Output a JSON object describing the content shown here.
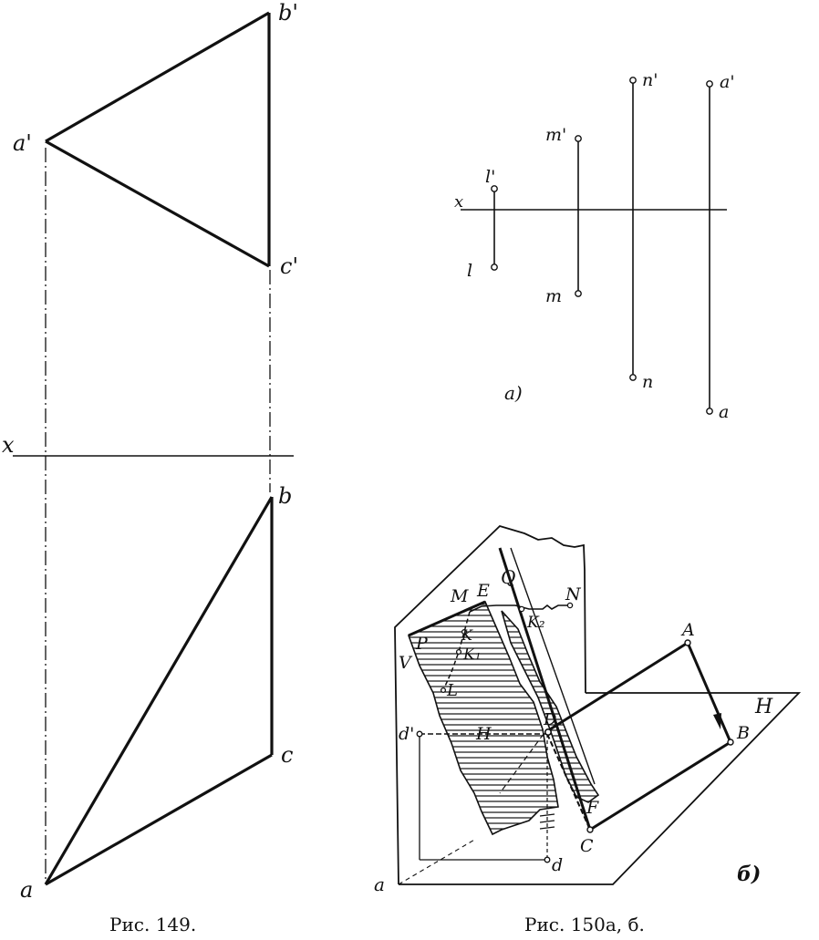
{
  "fig149": {
    "caption": "Рис. 149.",
    "labels": {
      "b_prime": "b'",
      "a_prime": "a'",
      "c_prime": "c'",
      "x": "x",
      "b": "b",
      "c": "c",
      "a": "a"
    }
  },
  "fig150a": {
    "tag": "a)",
    "labels": {
      "x": "x",
      "l_prime": "l'",
      "l": "l",
      "m_prime": "m'",
      "m": "m",
      "n_prime": "n'",
      "n": "n",
      "a_prime": "a'",
      "a": "a"
    }
  },
  "fig150b": {
    "tag": "б)",
    "labels": {
      "E": "E",
      "Q": "Q",
      "M": "M",
      "N": "N",
      "P": "P",
      "K": "K",
      "K1": "K₁",
      "K2": "K₂",
      "V": "V",
      "L": "L",
      "A": "A",
      "H_right": "H",
      "d_prime": "d'",
      "H_mid": "H",
      "D": "D",
      "B": "B",
      "F": "F",
      "C": "C",
      "d": "d",
      "origin": "a"
    }
  },
  "caption_150": "Рис. 150а, б."
}
